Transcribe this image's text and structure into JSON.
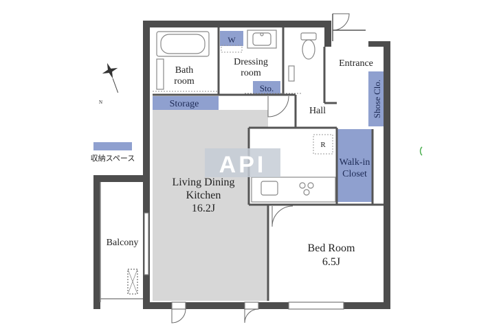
{
  "rooms": {
    "bath": [
      "Bath",
      "room"
    ],
    "dressing": [
      "Dressing",
      "room"
    ],
    "entrance": "Entrance",
    "hall": "Hall",
    "shoe_closet": "Shose Clo.",
    "storage": "Storage",
    "sto": "Sto.",
    "washer": "W",
    "ldk": [
      "Living Dining",
      "Kitchen",
      "16.2J"
    ],
    "bed": [
      "Bed Room",
      "6.5J"
    ],
    "walk_in": [
      "Walk-in",
      "Closet"
    ],
    "balcony": "Balcony",
    "fridge": "R"
  },
  "legend": {
    "label": "収納スペース"
  },
  "compass": {
    "north": "N"
  },
  "watermark": "API",
  "colors": {
    "wall": "#4d4d4d",
    "floor_ldk": "#d7d7d7",
    "storage_fill": "#8fa0cf",
    "storage_text": "#1d2a55",
    "watermark": "#c6ccd6"
  }
}
